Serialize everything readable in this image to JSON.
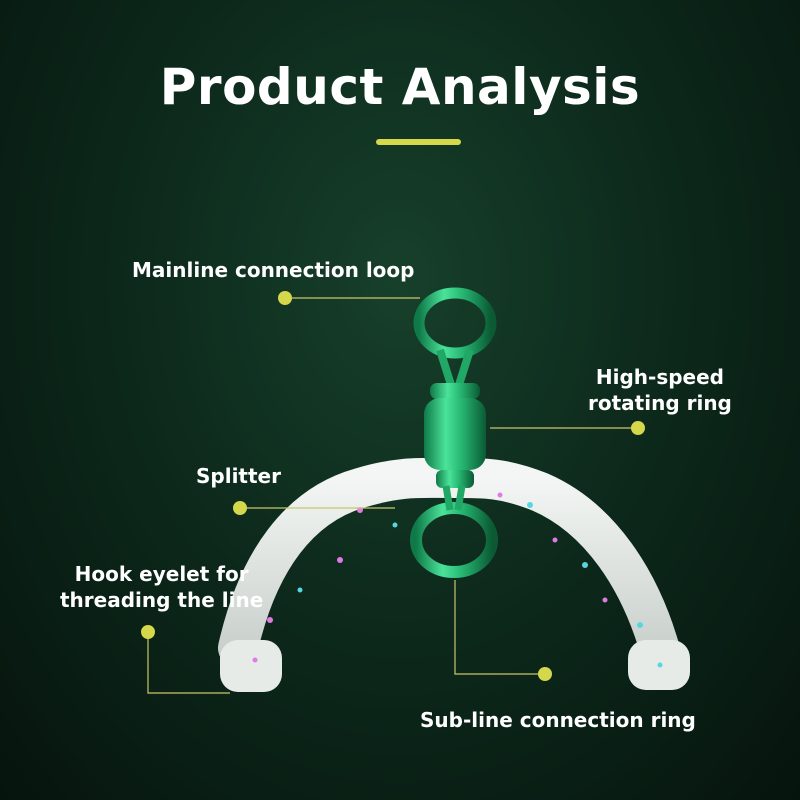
{
  "title": "Product Analysis",
  "colors": {
    "accent": "#d4d84a",
    "background": "#0d2a1c",
    "swivel": "#2fc27a",
    "body": "#e8ecea"
  },
  "labels": {
    "mainline": "Mainline connection loop",
    "highspeed_line1": "High-speed",
    "highspeed_line2": "rotating ring",
    "splitter": "Splitter",
    "hook_line1": "Hook eyelet for",
    "hook_line2": "threading the line",
    "subline": "Sub-line connection ring"
  }
}
